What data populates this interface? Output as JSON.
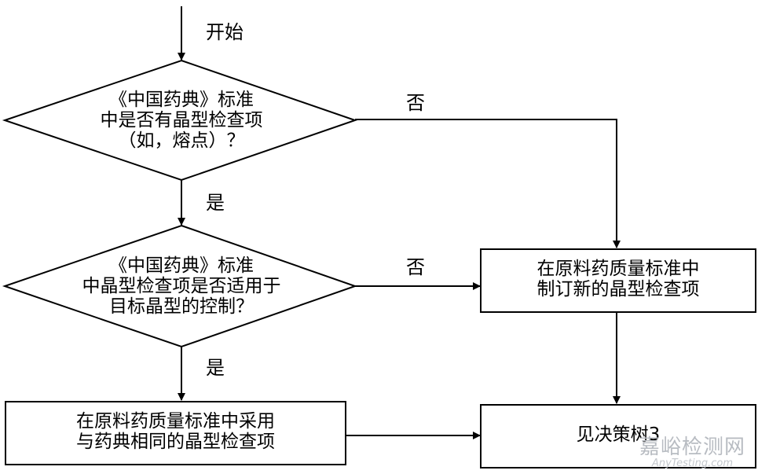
{
  "flowchart": {
    "start_label": "开始",
    "decision1": {
      "lines": [
        "《中国药典》标准",
        "中是否有晶型检查项",
        "（如，熔点）？"
      ],
      "yes_label": "是",
      "no_label": "否"
    },
    "decision2": {
      "lines": [
        "《中国药典》标准",
        "中晶型检查项是否适用于",
        "目标晶型的控制？"
      ],
      "yes_label": "是",
      "no_label": "否"
    },
    "box_new_test": {
      "lines": [
        "在原料药质量标准中",
        "制订新的晶型检查项"
      ]
    },
    "box_adopt_test": {
      "lines": [
        "在原料药质量标准中采用",
        "与药典相同的晶型检查项"
      ]
    },
    "box_decision_tree": {
      "text": "见决策树3"
    }
  },
  "watermark": {
    "chinese": "嘉峪检测网",
    "english": "AnyTesting.com"
  }
}
